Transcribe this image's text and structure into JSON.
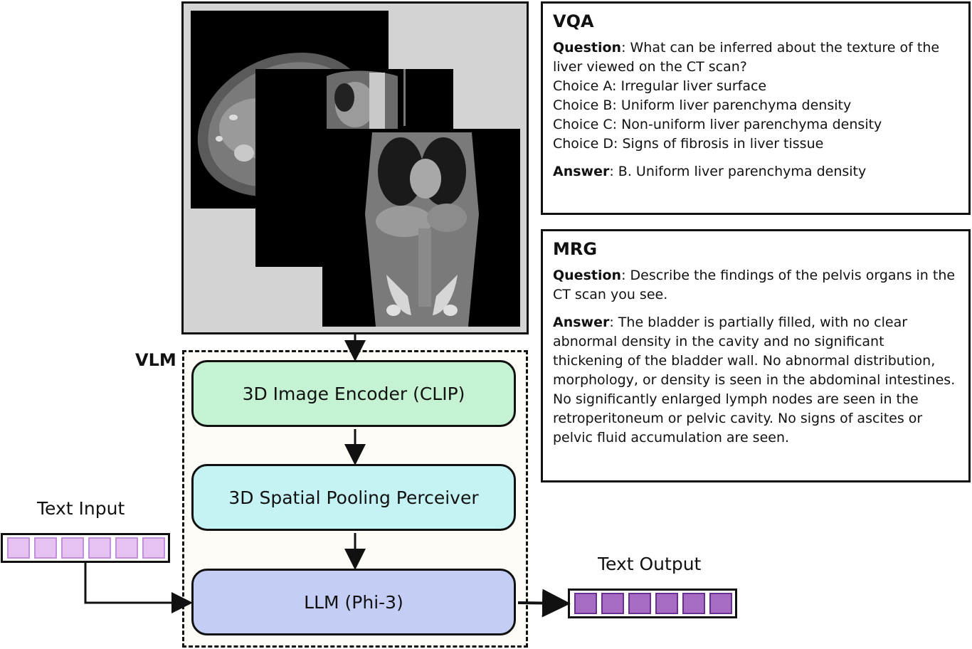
{
  "diagram": {
    "vlm_label": "VLM",
    "modules": {
      "encoder": "3D Image Encoder (CLIP)",
      "perceiver": "3D Spatial Pooling Perceiver",
      "llm": "LLM (Phi-3)"
    },
    "text_input_label": "Text Input",
    "text_output_label": "Text Output",
    "input_token_count": 6,
    "output_token_count": 6,
    "colors": {
      "encoder": "#c5f2d2",
      "perceiver": "#c5f3f4",
      "llm": "#c4cef5",
      "vlm_background": "#fdfcf6",
      "ct_panel_background": "#d3d3d3",
      "input_token": "#e6c2f2",
      "output_token": "#a66cc3"
    },
    "ct_slices": [
      "axial",
      "sagittal",
      "coronal"
    ]
  },
  "vqa": {
    "title": "VQA",
    "question_label": "Question",
    "question_text": ": What can be inferred about the texture of the liver viewed on the CT scan?",
    "choices": [
      "Choice A: Irregular liver surface",
      "Choice B: Uniform liver parenchyma density",
      "Choice C: Non-uniform liver parenchyma density",
      "Choice D: Signs of fibrosis in liver tissue"
    ],
    "answer_label": "Answer",
    "answer_text": ": B. Uniform liver parenchyma density"
  },
  "mrg": {
    "title": "MRG",
    "question_label": "Question",
    "question_text": ": Describe the findings of the pelvis organs in the CT scan you see.",
    "answer_label": "Answer",
    "answer_text": ": The bladder is partially filled, with no clear abnormal density in the cavity and no significant thickening of the bladder wall. No abnormal distribution, morphology, or density is seen in the abdominal intestines. No significantly enlarged lymph nodes are seen in the retroperitoneum or pelvic cavity. No signs of ascites or pelvic fluid accumulation are seen."
  }
}
